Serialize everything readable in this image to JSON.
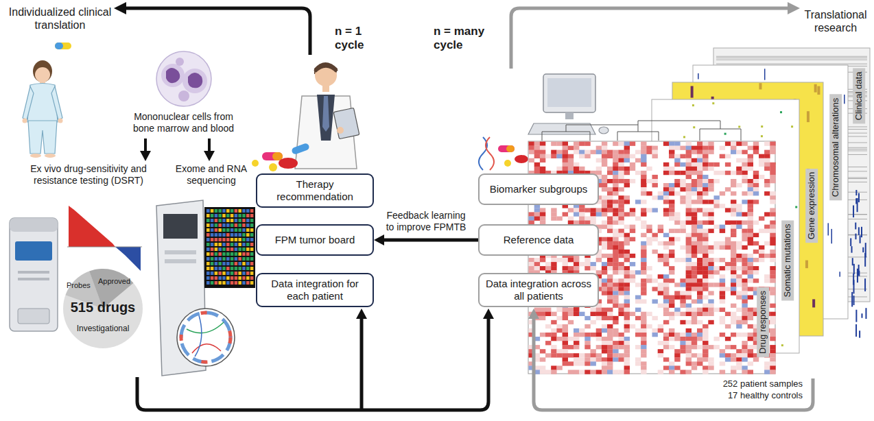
{
  "diagram": {
    "nodes": [
      {
        "text": [
          "Therapy recommendation"
        ]
      },
      {
        "text": [
          "FPM tumor board"
        ]
      },
      {
        "text": [
          "Data integration for each patient"
        ]
      },
      {
        "text": [
          "Biomarker subgroups"
        ]
      },
      {
        "text": [
          "Reference data"
        ]
      },
      {
        "text": [
          "Data integration across all patients"
        ]
      }
    ],
    "edges": [
      {
        "from": 4,
        "to": 1,
        "arrow": "to",
        "label": "Feedback learning to improve FPMTB"
      }
    ],
    "labels": [
      "Individualized clinical translation",
      "n = 1 cycle",
      "n = many cycle",
      "Translational research",
      "Mononuclear cells from bone marrow and blood",
      "Ex vivo drug-sensitivity and resistance testing (DSRT)",
      "Exome and RNA sequencing",
      "Probes",
      "Approved",
      "515 drugs",
      "Investigational",
      "Drug responses",
      "Somatic mutations",
      "Gene expression",
      "Chromosomal alterations",
      "Clinical data",
      "252 patient samples",
      "17 healthy controls"
    ]
  }
}
